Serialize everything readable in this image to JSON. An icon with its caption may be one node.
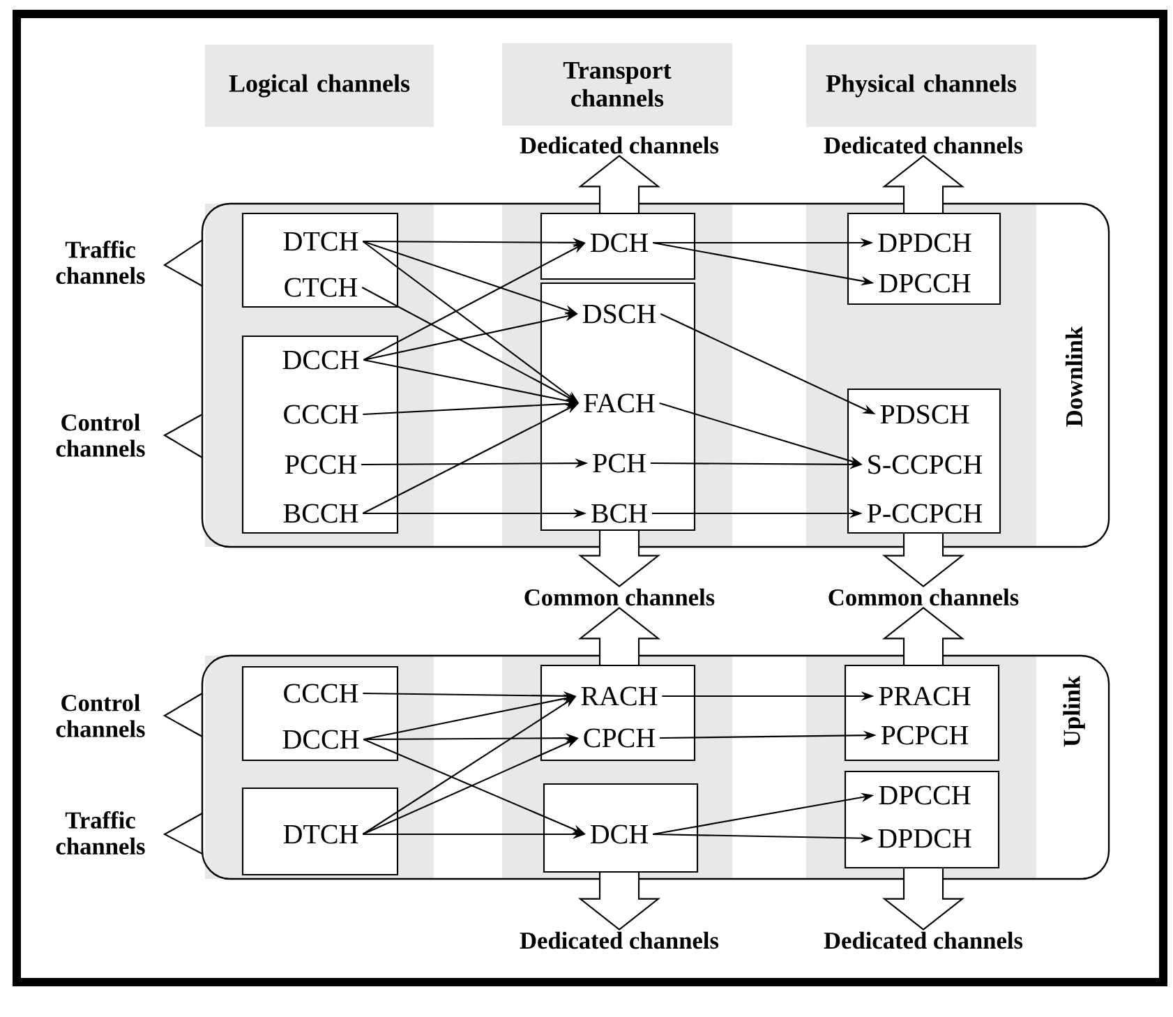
{
  "diagram": {
    "nodes": [
      {
        "text": [
          "Logical channels"
        ]
      },
      {
        "text": [
          "Transport channels"
        ]
      },
      {
        "text": [
          "Physical channels"
        ]
      },
      {
        "text": [
          "Downlink"
        ]
      },
      {
        "text": [],
        "shape": "box",
        "in": 3
      },
      {
        "text": [
          "DTCH"
        ],
        "in": 4
      },
      {
        "text": [
          "CTCH"
        ],
        "in": 4
      },
      {
        "text": [],
        "shape": "box",
        "in": 3
      },
      {
        "text": [
          "DCCH"
        ],
        "in": 7
      },
      {
        "text": [
          "CCCH"
        ],
        "in": 7
      },
      {
        "text": [
          "PCCH"
        ],
        "in": 7
      },
      {
        "text": [
          "BCCH"
        ],
        "in": 7
      },
      {
        "text": [],
        "shape": "box",
        "in": 3
      },
      {
        "text": [
          "DCH"
        ],
        "in": 12
      },
      {
        "text": [],
        "shape": "box",
        "in": 3
      },
      {
        "text": [
          "DSCH"
        ],
        "in": 14
      },
      {
        "text": [
          "FACH"
        ],
        "in": 14
      },
      {
        "text": [
          "PCH"
        ],
        "in": 14
      },
      {
        "text": [
          "BCH"
        ],
        "in": 14
      },
      {
        "text": [],
        "shape": "box",
        "in": 3
      },
      {
        "text": [
          "DPDCH"
        ],
        "in": 19
      },
      {
        "text": [
          "DPCCH"
        ],
        "in": 19
      },
      {
        "text": [],
        "shape": "box",
        "in": 3
      },
      {
        "text": [
          "PDSCH"
        ],
        "in": 22
      },
      {
        "text": [
          "S-CCPCH"
        ],
        "in": 22
      },
      {
        "text": [
          "P-CCPCH"
        ],
        "in": 22
      },
      {
        "text": [
          "Uplink"
        ]
      },
      {
        "text": [],
        "shape": "box",
        "in": 26
      },
      {
        "text": [
          "CCCH"
        ],
        "in": 27
      },
      {
        "text": [
          "DCCH"
        ],
        "in": 27
      },
      {
        "text": [],
        "shape": "box",
        "in": 26
      },
      {
        "text": [
          "DTCH"
        ],
        "in": 30
      },
      {
        "text": [],
        "shape": "box",
        "in": 26
      },
      {
        "text": [
          "RACH"
        ],
        "in": 32
      },
      {
        "text": [
          "CPCH"
        ],
        "in": 32
      },
      {
        "text": [],
        "shape": "box",
        "in": 26
      },
      {
        "text": [
          "DCH"
        ],
        "in": 35
      },
      {
        "text": [],
        "shape": "box",
        "in": 26
      },
      {
        "text": [
          "PRACH"
        ],
        "in": 37
      },
      {
        "text": [
          "PCPCH"
        ],
        "in": 37
      },
      {
        "text": [],
        "shape": "box",
        "in": 26
      },
      {
        "text": [
          "DPCCH"
        ],
        "in": 40
      },
      {
        "text": [
          "DPDCH"
        ],
        "in": 40
      },
      {
        "text": [
          "Dedicated channels"
        ]
      },
      {
        "text": [
          "Dedicated channels"
        ]
      },
      {
        "text": [
          "Common channels"
        ]
      },
      {
        "text": [
          "Common channels"
        ]
      },
      {
        "text": [
          "Dedicated channels"
        ]
      },
      {
        "text": [
          "Dedicated channels"
        ]
      }
    ],
    "edges": [
      {
        "from": 5,
        "to": 13,
        "arrow": "to"
      },
      {
        "from": 5,
        "to": 15,
        "arrow": "to"
      },
      {
        "from": 5,
        "to": 16,
        "arrow": "to"
      },
      {
        "from": 6,
        "to": 16,
        "arrow": "to"
      },
      {
        "from": 8,
        "to": 13,
        "arrow": "to"
      },
      {
        "from": 8,
        "to": 15,
        "arrow": "to"
      },
      {
        "from": 8,
        "to": 16,
        "arrow": "to"
      },
      {
        "from": 9,
        "to": 16,
        "arrow": "to"
      },
      {
        "from": 10,
        "to": 17,
        "arrow": "to"
      },
      {
        "from": 11,
        "to": 16,
        "arrow": "to"
      },
      {
        "from": 11,
        "to": 18,
        "arrow": "to"
      },
      {
        "from": 13,
        "to": 20,
        "arrow": "to"
      },
      {
        "from": 13,
        "to": 21,
        "arrow": "to"
      },
      {
        "from": 15,
        "to": 23,
        "arrow": "to"
      },
      {
        "from": 16,
        "to": 24,
        "arrow": "to"
      },
      {
        "from": 17,
        "to": 24,
        "arrow": "to"
      },
      {
        "from": 18,
        "to": 25,
        "arrow": "to"
      },
      {
        "from": 28,
        "to": 33,
        "arrow": "to"
      },
      {
        "from": 29,
        "to": 33,
        "arrow": "to"
      },
      {
        "from": 29,
        "to": 34,
        "arrow": "to"
      },
      {
        "from": 29,
        "to": 36,
        "arrow": "to"
      },
      {
        "from": 31,
        "to": 33,
        "arrow": "to"
      },
      {
        "from": 31,
        "to": 34,
        "arrow": "to"
      },
      {
        "from": 31,
        "to": 36,
        "arrow": "to"
      },
      {
        "from": 33,
        "to": 38,
        "arrow": "to"
      },
      {
        "from": 34,
        "to": 39,
        "arrow": "to"
      },
      {
        "from": 36,
        "to": 41,
        "arrow": "to"
      },
      {
        "from": 36,
        "to": 42,
        "arrow": "to"
      },
      {
        "from": 12,
        "to": 43,
        "arrow": "to",
        "style": "thick"
      },
      {
        "from": 19,
        "to": 44,
        "arrow": "to",
        "style": "thick"
      },
      {
        "from": 14,
        "to": 45,
        "arrow": "to",
        "style": "thick"
      },
      {
        "from": 22,
        "to": 46,
        "arrow": "to",
        "style": "thick"
      },
      {
        "from": 32,
        "to": 45,
        "arrow": "to",
        "style": "thick"
      },
      {
        "from": 37,
        "to": 46,
        "arrow": "to",
        "style": "thick"
      },
      {
        "from": 35,
        "to": 47,
        "arrow": "to",
        "style": "thick"
      },
      {
        "from": 40,
        "to": 48,
        "arrow": "to",
        "style": "thick"
      }
    ],
    "labels": [
      "Traffic channels",
      "Control channels",
      "Control channels",
      "Traffic channels"
    ]
  }
}
